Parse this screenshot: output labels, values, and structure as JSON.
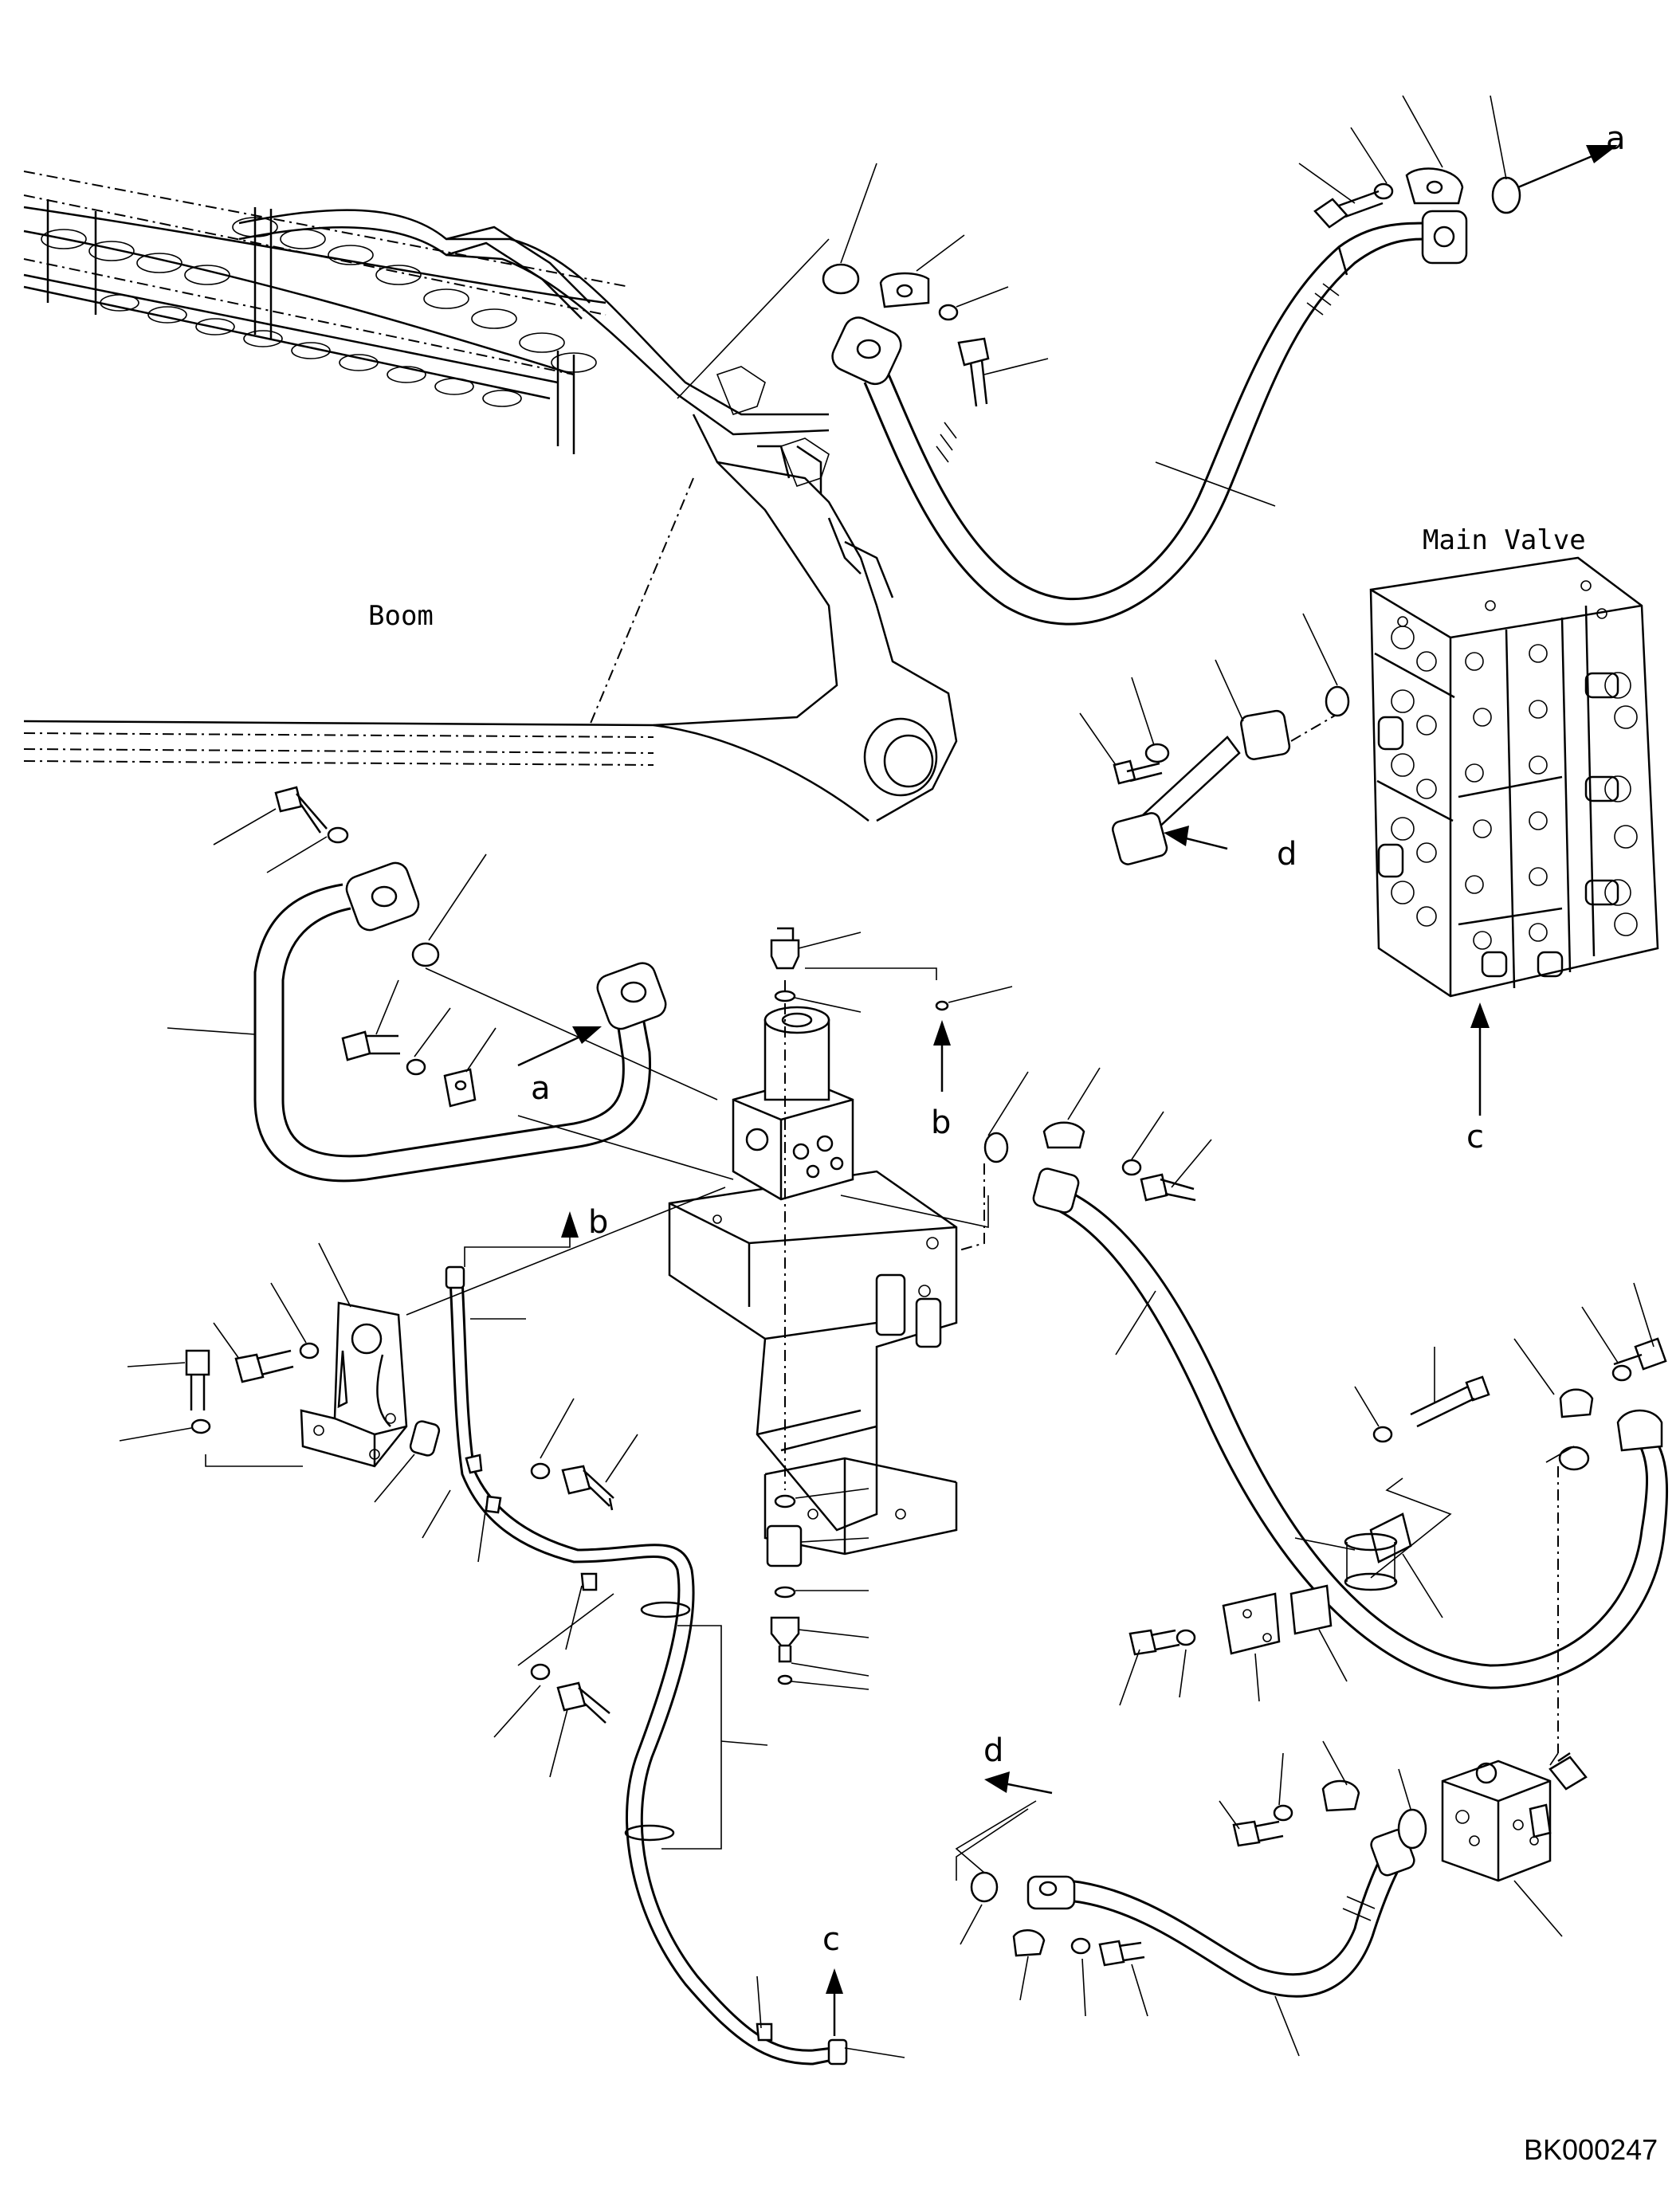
{
  "labels": {
    "boom": "Boom",
    "main_valve": "Main Valve",
    "ref_a_top": "a",
    "ref_a_mid": "a",
    "ref_b_top": "b",
    "ref_b_mid": "b",
    "ref_c_right": "c",
    "ref_c_bottom": "c",
    "ref_d_right": "d",
    "ref_d_bottom": "d",
    "drawing_code": "BK000247"
  }
}
